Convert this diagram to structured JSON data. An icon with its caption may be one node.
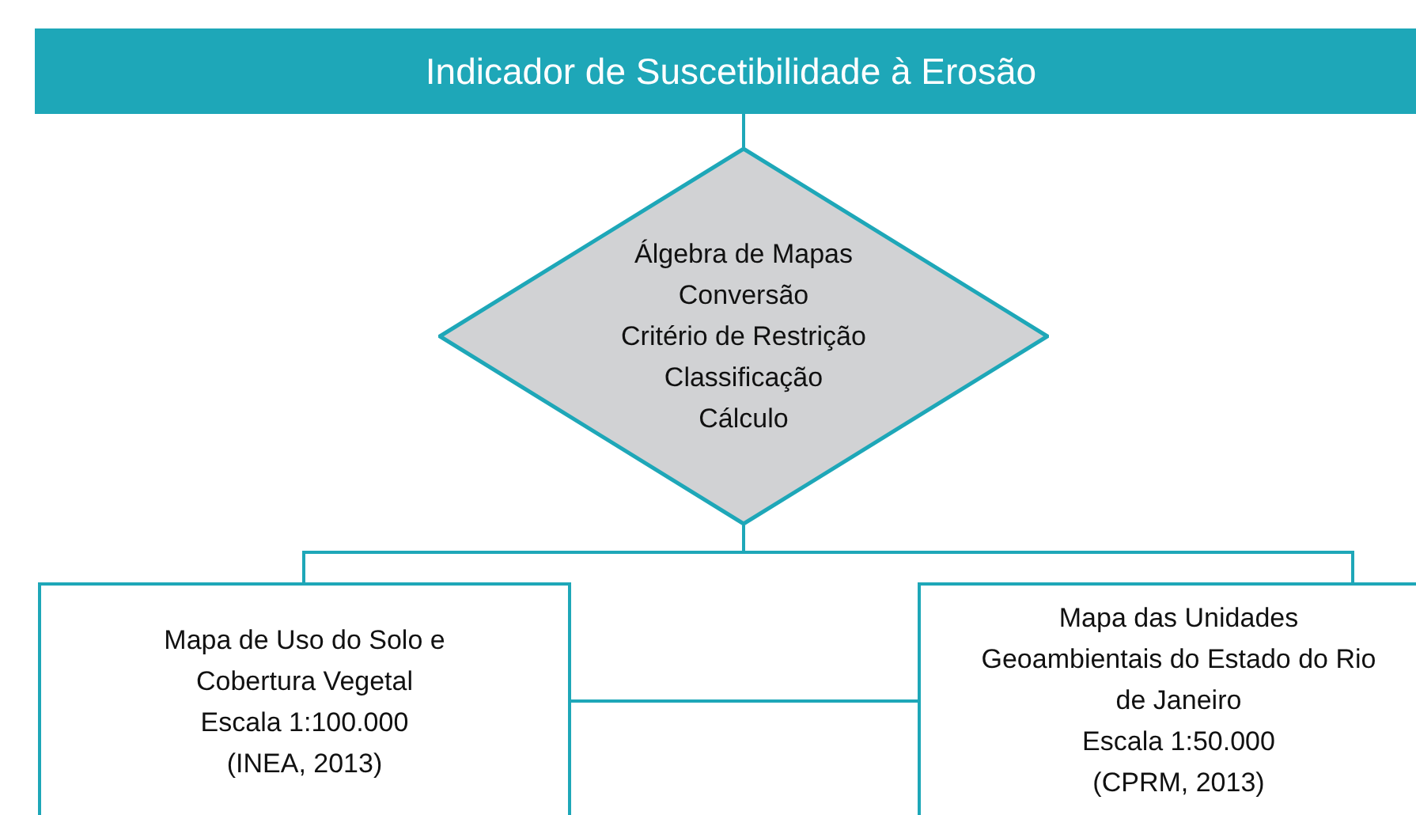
{
  "diagram": {
    "nodes": [
      {
        "text": [
          "Indicador de Suscetibilidade à Erosão"
        ]
      },
      {
        "text": [
          "Álgebra de Mapas",
          "Conversão",
          "Critério de Restrição",
          "Classificação",
          "Cálculo"
        ]
      },
      {
        "text": [
          "Mapa de Uso do Solo e Cobertura Vegetal",
          "Escala 1:100.000",
          "(INEA, 2013)"
        ]
      },
      {
        "text": [
          "Mapa das Unidades Geoambientais do Estado do Rio de Janeiro",
          "Escala 1:50.000",
          "(CPRM, 2013)"
        ]
      }
    ],
    "edges": [
      {
        "from": 0,
        "to": 1,
        "arrow": "none"
      },
      {
        "from": 1,
        "to": 2,
        "arrow": "none"
      },
      {
        "from": 1,
        "to": 3,
        "arrow": "none"
      },
      {
        "from": 2,
        "to": 3,
        "arrow": "none"
      }
    ]
  }
}
